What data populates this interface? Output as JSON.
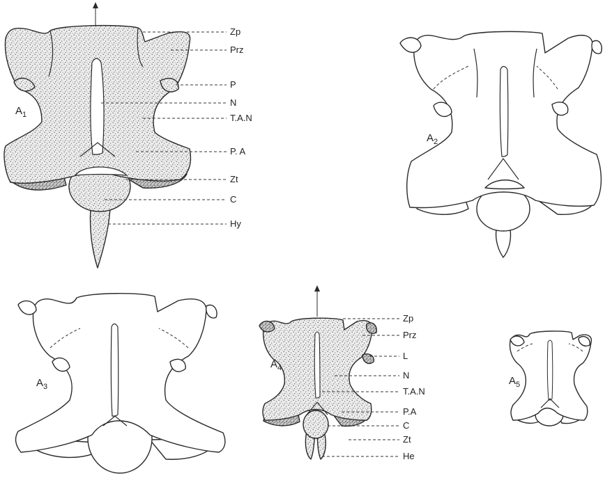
{
  "figure": {
    "panels": [
      {
        "id": "A1",
        "label_letter": "A",
        "label_index": "1",
        "shaded": true
      },
      {
        "id": "A2",
        "label_letter": "A",
        "label_index": "2",
        "shaded": false
      },
      {
        "id": "A3",
        "label_letter": "A",
        "label_index": "3",
        "shaded": false
      },
      {
        "id": "A4",
        "label_letter": "A",
        "label_index": "4",
        "shaded": true
      },
      {
        "id": "A5",
        "label_letter": "A",
        "label_index": "5",
        "shaded": false
      }
    ],
    "labels_A1": [
      "Zp",
      "Prz",
      "P",
      "N",
      "T.A.N",
      "P. A",
      "Zt",
      "C",
      "Hy"
    ],
    "labels_A4": [
      "Zp",
      "Prz",
      "L",
      "N",
      "T.A.N",
      "P.A",
      "C",
      "Zt",
      "He"
    ]
  },
  "colors": {
    "ink": "#2a2a2a",
    "stipple": "#6b6b6b",
    "background": "#ffffff"
  }
}
